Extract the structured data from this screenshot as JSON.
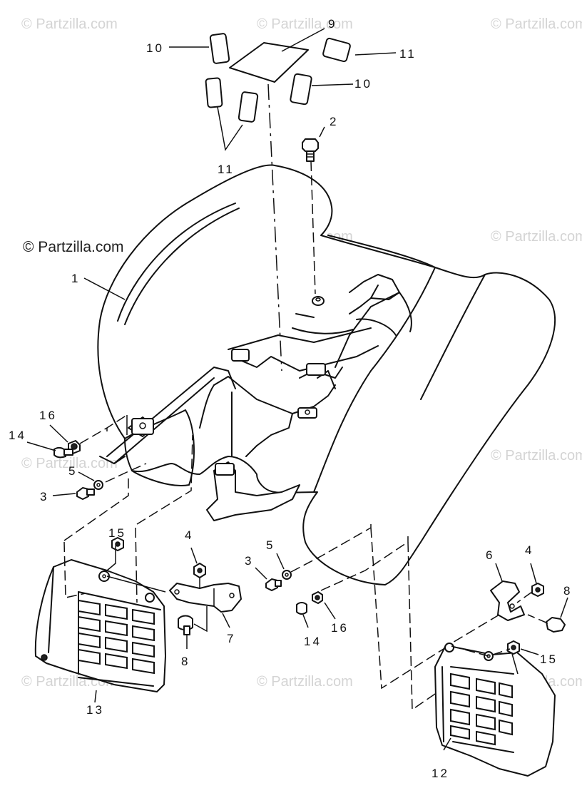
{
  "watermark": {
    "text": "© Partzilla.com",
    "positions_count": 12
  },
  "main_watermark": "© Partzilla.com",
  "callouts": [
    "1",
    "2",
    "3",
    "3",
    "4",
    "4",
    "5",
    "5",
    "6",
    "7",
    "8",
    "8",
    "9",
    "10",
    "10",
    "11",
    "11",
    "12",
    "13",
    "14",
    "14",
    "15",
    "15",
    "16",
    "16"
  ]
}
